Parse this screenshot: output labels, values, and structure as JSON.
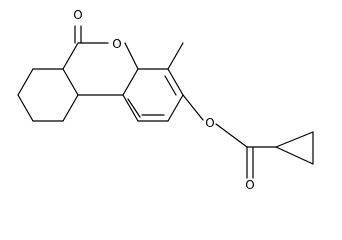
{
  "molecule": {
    "atoms": {
      "carbonyl_oxygen": "O",
      "ring_oxygen": "O",
      "ester_oxygen": "O",
      "ester_carbonyl_oxygen": "O"
    }
  }
}
